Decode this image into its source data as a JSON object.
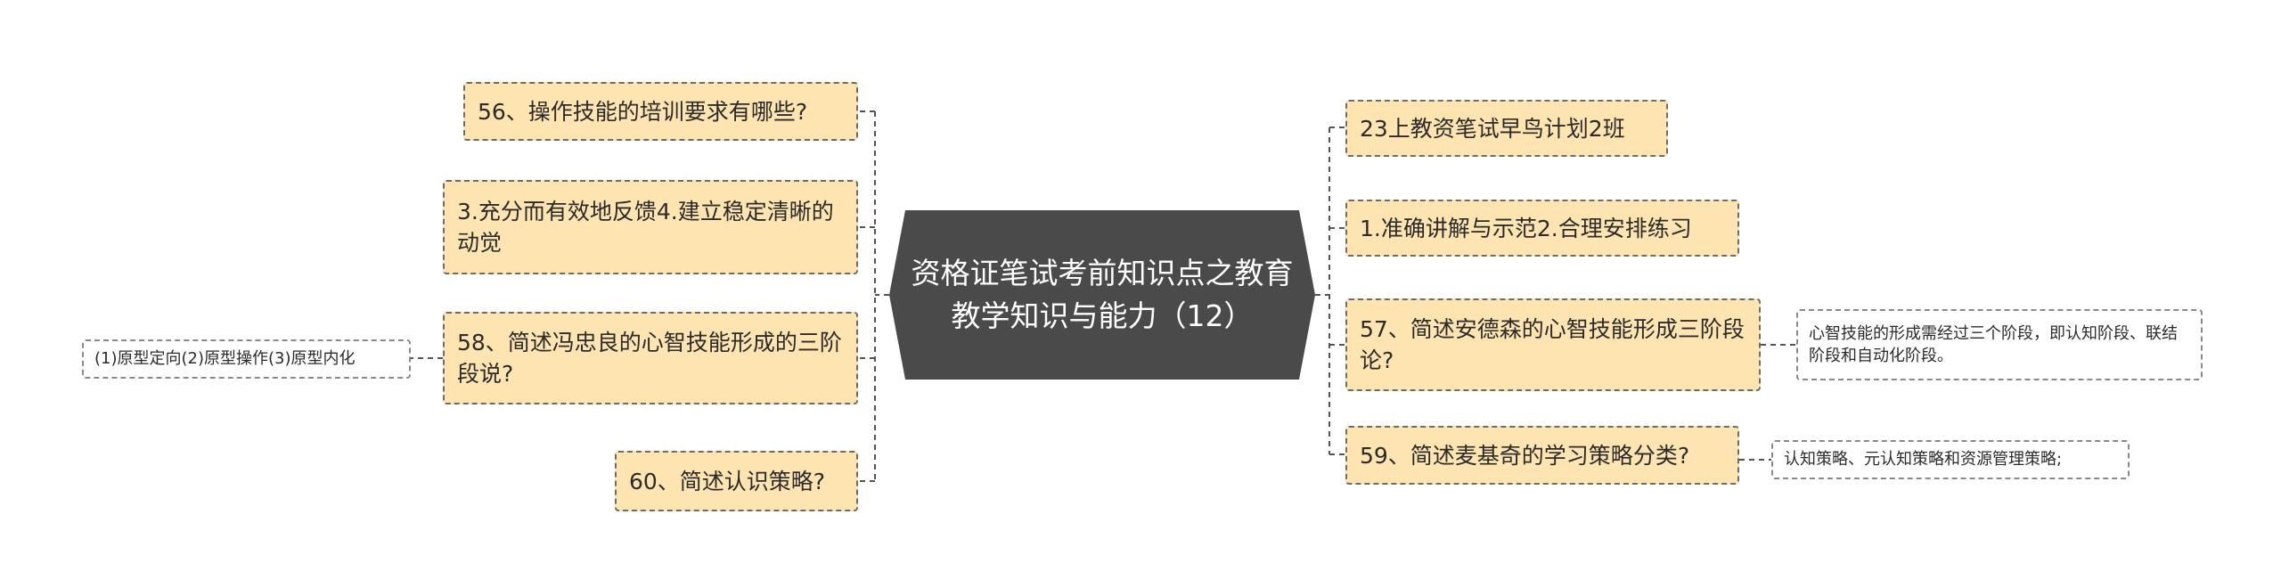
{
  "colors": {
    "central_fill": "#4a4a4a",
    "central_text": "#ffffff",
    "topic_fill": "#fde4b0",
    "dashed_border": "#6c6c6c",
    "connector": "#555555"
  },
  "central": {
    "title": "资格证笔试考前知识点之教育教学知识与能力（12）"
  },
  "left": {
    "t56": "56、操作技能的培训要求有哪些?",
    "t3_4": "3.充分而有效地反馈4.建立稳定清晰的动觉",
    "t58": "58、简述冯忠良的心智技能形成的三阶段说?",
    "t58_detail": "(1)原型定向(2)原型操作(3)原型内化",
    "t60": "60、简述认识策略?"
  },
  "right": {
    "t23": "23上教资笔试早鸟计划2班",
    "t1_2": "1.准确讲解与示范2.合理安排练习",
    "t57": "57、简述安德森的心智技能形成三阶段论?",
    "t57_detail": "心智技能的形成需经过三个阶段，即认知阶段、联结阶段和自动化阶段。",
    "t59": "59、简述麦基奇的学习策略分类?",
    "t59_detail": "认知策略、元认知策略和资源管理策略;"
  }
}
